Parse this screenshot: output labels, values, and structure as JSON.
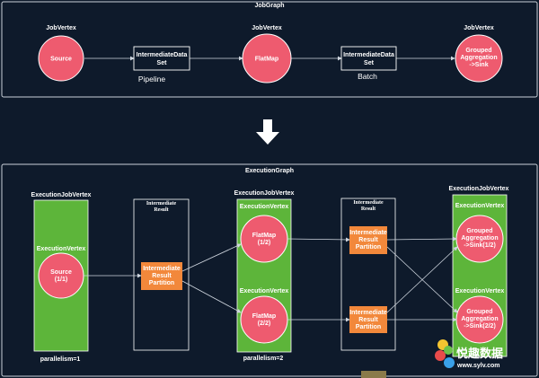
{
  "jobgraph": {
    "title": "JobGraph",
    "vertex_label": "JobVertex",
    "nodes": {
      "source": "Source",
      "flatmap": "FlatMap",
      "grouped_line1": "Grouped",
      "grouped_line2": "Aggregation",
      "grouped_line3": "->Sink"
    },
    "dataset_line1": "IntermediateData",
    "dataset_line2": "Set",
    "pipeline_label": "Pipeline",
    "batch_label": "Batch"
  },
  "execgraph": {
    "title": "ExecutionGraph",
    "job_vertex_label": "ExecutionJobVertex",
    "exec_vertex_label": "ExecutionVertex",
    "intermediate_result_line1": "Intermediate",
    "intermediate_result_line2": "Result",
    "partition_line1": "Intermediate",
    "partition_line2": "Result",
    "partition_line3": "Partition",
    "source_node": "Source",
    "source_node_sub": "(1/1)",
    "flatmap_node": "FlatMap",
    "flatmap_sub_1": "(1/2)",
    "flatmap_sub_2": "(2/2)",
    "grouped_line1": "Grouped",
    "grouped_line2": "Aggregation",
    "grouped_sink_1": "->Sink(1/2)",
    "grouped_sink_2": "->Sink(2/2)",
    "parallelism_1": "parallelism=1",
    "parallelism_2": "parallelism=2"
  },
  "watermark": {
    "brand": "悦趣数据",
    "url": "www.sylv.com"
  },
  "colors": {
    "background": "#0e1a2b",
    "node_pink": "#ee5b6f",
    "vertex_green": "#5db53a",
    "partition_orange": "#f2883b",
    "stroke_white": "#ffffff"
  }
}
